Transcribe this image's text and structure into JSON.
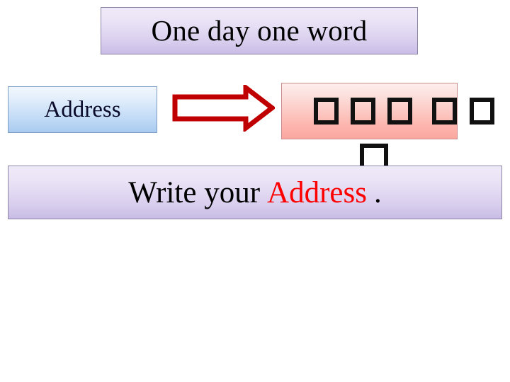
{
  "slide": {
    "title": "One day one word",
    "colors": {
      "title_banner_gradient_top": "#efeaf8",
      "title_banner_gradient_bottom": "#c9bde6",
      "title_banner_border": "#8d85a6",
      "label_box_gradient_top": "#f2f7fd",
      "label_box_gradient_bottom": "#a9cbf0",
      "label_box_border": "#7c9cc4",
      "arrow_stroke": "#c00000",
      "arrow_fill": "#ffffff",
      "answer_box_gradient_top": "#fdeeec",
      "answer_box_gradient_bottom": "#fba79f",
      "answer_box_border": "#c98d8d",
      "keyword_text": "#ff0000",
      "body_text": "#000000"
    }
  },
  "label": {
    "text": "Address"
  },
  "arrow": {
    "icon": "right-arrow-icon",
    "direction": "right"
  },
  "answer": {
    "glyphs_row1": [
      "□",
      "□",
      "□",
      "□",
      "□"
    ],
    "glyphs_row2": [
      "□"
    ],
    "note": "missing-glyph tofu boxes"
  },
  "instruction": {
    "prefix": "Write your",
    "keyword": "Address",
    "suffix": "."
  }
}
